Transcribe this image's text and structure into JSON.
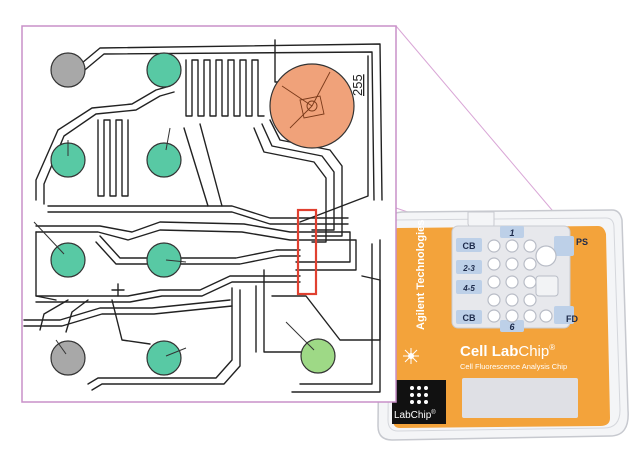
{
  "schematic": {
    "channel_number": "255"
  },
  "chip": {
    "manufacturer": "Agilent Technologies",
    "product_name_prefix": "Cell ",
    "product_name_lab": "Lab",
    "product_name_chip": "Chip",
    "registered_mark": "®",
    "subtitle": "Cell Fluorescence Analysis Chip",
    "logo_text": "LabChip",
    "logo_reg": "®",
    "well_labels": {
      "left_top": "CB",
      "left_23": "2-3",
      "left_45": "4-5",
      "left_bottom": "CB",
      "top": "1",
      "bottom": "6",
      "right_top": "PS",
      "right_bottom": "FD"
    },
    "colors": {
      "body_orange": "#f3a33b",
      "face_gray": "#e7e8ec",
      "well_blue": "#bdd0e8",
      "logo_black": "#111111",
      "label_blank": "#dfe0e5"
    }
  },
  "colors": {
    "frame": "#c890c8",
    "channel": "#222222",
    "well_green": "#58c9a4",
    "well_gray": "#a8a8a8",
    "well_orange": "#f0a27a",
    "well_lightgreen": "#9ed986",
    "highlight_box": "#e04030"
  }
}
